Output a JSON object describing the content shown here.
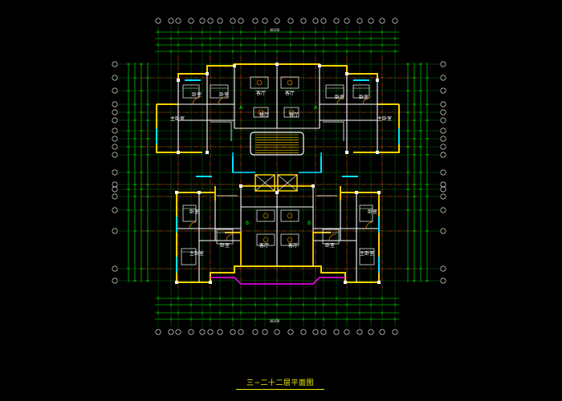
{
  "drawing": {
    "title": "三~二十二层平面图",
    "overall_dim_top": "38100",
    "overall_dim_bottom": "38100",
    "room_labels_upper": [
      "卧室",
      "卧室",
      "客厅",
      "客厅",
      "卧室",
      "卧室",
      "主卧室",
      "餐厅",
      "餐厅",
      "主卧室"
    ],
    "room_labels_lower": [
      "卧室",
      "客厅",
      "客厅",
      "卧室",
      "卧室",
      "卧室",
      "主卧室",
      "主卧室"
    ],
    "unit_marks": [
      "A",
      "A",
      "B",
      "B"
    ]
  },
  "colors": {
    "background": "#000000",
    "axis_green": "#00ff00",
    "wall_yellow": "#ffd200",
    "wall_white": "#ffffff",
    "window_cyan": "#00e5ff",
    "grid_red": "#ff2020",
    "balcony_magenta": "#ff00ff",
    "furniture_orange": "#ff8c00",
    "title_yellow": "#f0f000"
  }
}
